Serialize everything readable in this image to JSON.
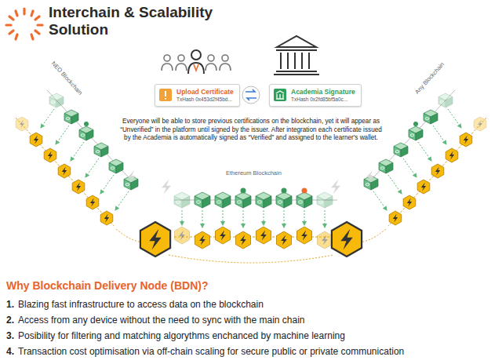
{
  "diagram": {
    "title": "Interchain & Scalability Solution",
    "nodes": [
      {
        "text": [
          "Upload Certificate",
          "TxHash 0x453d2f45bd..."
        ]
      },
      {
        "text": [
          "Academia Signature",
          "TxHash 0x2fd85bf5a0c..."
        ]
      }
    ],
    "labels": [
      "Everyone will be able to store previous certifications on the blockchain, yet it will appear as “Unverified” in the platform until signed by the issuer. After integration each certificate issued by the Academia is automatically signed as “Verified” and assigned to the learner's wallet.",
      "NEO Blockchain",
      "Ethereum Blockchain",
      "Any Blockchain",
      "Why Blockchain Delivery Node (BDN)?",
      "1.",
      "Blazing fast infrastructure to access data on the blockchain",
      "2.",
      "Access from any device without the need to sync with the main chain",
      "3.",
      "Posibility for filtering and matching algorythms enchanced by machine learning",
      "4.",
      "Transaction cost optimisation via off-chain scaling for secure public or private communication"
    ]
  }
}
